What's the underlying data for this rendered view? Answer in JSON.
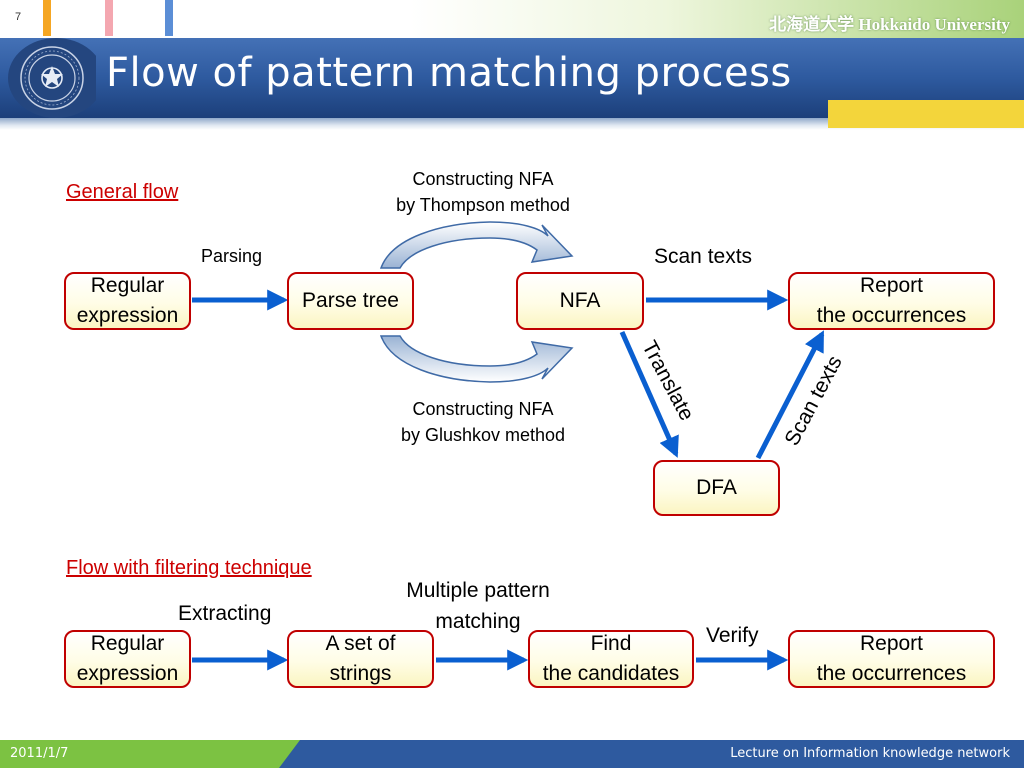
{
  "header": {
    "slide_number": "7",
    "university": "北海道大学 Hokkaido University",
    "title": "Flow of pattern matching process"
  },
  "general_flow": {
    "section_label": "General flow",
    "nodes": {
      "regex": "Regular\nexpression",
      "parse_tree": "Parse tree",
      "nfa": "NFA",
      "report": "Report\nthe occurrences",
      "dfa": "DFA"
    },
    "labels": {
      "parsing": "Parsing",
      "thompson": "Constructing NFA\nby Thompson method",
      "glushkov": "Constructing NFA\nby Glushkov method",
      "scan_texts": "Scan texts",
      "translate": "Translate",
      "scan_texts_diagonal": "Scan texts"
    }
  },
  "filter_flow": {
    "section_label": "Flow with filtering technique",
    "nodes": {
      "regex": "Regular\nexpression",
      "strings": "A set of\nstrings",
      "candidates": "Find\nthe candidates",
      "report": "Report\nthe occurrences"
    },
    "labels": {
      "extracting": "Extracting",
      "multiple_pattern": "Multiple pattern\nmatching",
      "verify": "Verify"
    }
  },
  "footer": {
    "date": "2011/1/7",
    "course": "Lecture on Information knowledge network"
  },
  "colors": {
    "title_band": "#2e5a9f",
    "accent_green": "#7cc242",
    "accent_yellow": "#f3d53b",
    "node_border": "#c00000",
    "arrow_blue": "#0a5fd0",
    "section_red": "#cc0000"
  }
}
